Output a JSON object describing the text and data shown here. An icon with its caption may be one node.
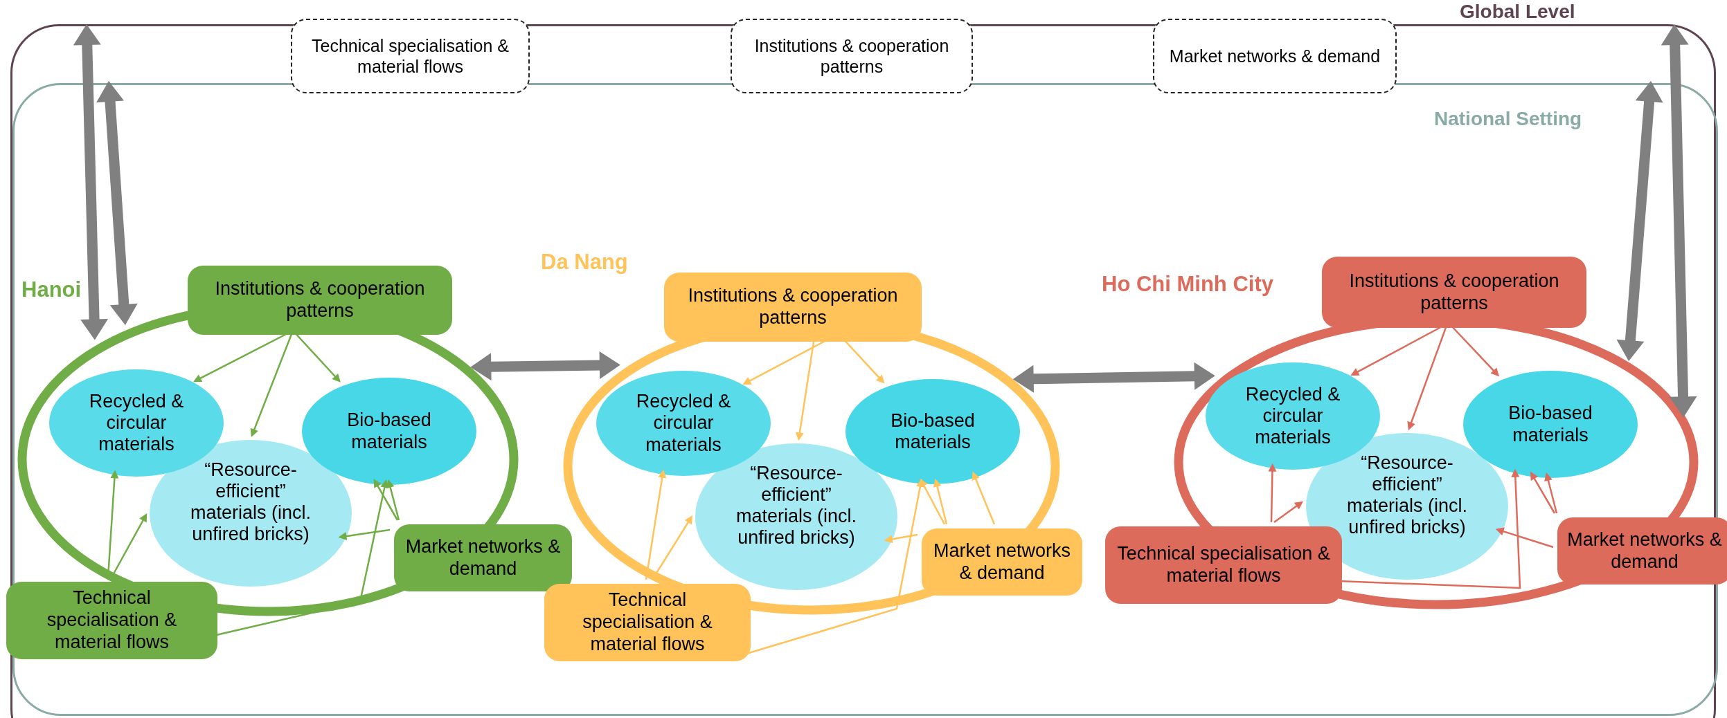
{
  "diagram": {
    "nodes": [
      {
        "text": [
          "Global Level"
        ]
      },
      {
        "text": [
          "National Setting"
        ],
        "in": 0
      },
      {
        "text": [
          "Technical specialisation & material flows"
        ]
      },
      {
        "text": [
          "Institutions & cooperation patterns"
        ]
      },
      {
        "text": [
          "Market networks & demand"
        ]
      },
      {
        "text": [
          "Hanoi"
        ],
        "in": 1
      },
      {
        "text": [
          "Institutions & cooperation patterns"
        ],
        "in": 1
      },
      {
        "text": [
          "Recycled & circular materials"
        ],
        "in": 5
      },
      {
        "text": [
          "Bio-based materials"
        ],
        "in": 5
      },
      {
        "text": [
          "“Resource-efficient” materials (incl. unfired bricks)"
        ],
        "in": 5
      },
      {
        "text": [
          "Market networks & demand"
        ],
        "in": 1
      },
      {
        "text": [
          "Technical specialisation & material flows"
        ],
        "in": 1
      },
      {
        "text": [
          "Da Nang"
        ],
        "in": 1
      },
      {
        "text": [
          "Institutions & cooperation patterns"
        ],
        "in": 1
      },
      {
        "text": [
          "Recycled & circular materials"
        ],
        "in": 12
      },
      {
        "text": [
          "Bio-based materials"
        ],
        "in": 12
      },
      {
        "text": [
          "“Resource-efficient” materials (incl. unfired bricks)"
        ],
        "in": 12
      },
      {
        "text": [
          "Market networks & demand"
        ],
        "in": 1
      },
      {
        "text": [
          "Technical specialisation & material flows"
        ],
        "in": 1
      },
      {
        "text": [
          "Ho Chi Minh City"
        ],
        "in": 1
      },
      {
        "text": [
          "Institutions & cooperation patterns"
        ],
        "in": 1
      },
      {
        "text": [
          "Recycled & circular materials"
        ],
        "in": 19
      },
      {
        "text": [
          "Bio-based materials"
        ],
        "in": 19
      },
      {
        "text": [
          "“Resource-efficient” materials (incl. unfired bricks)"
        ],
        "in": 19
      },
      {
        "text": [
          "Market networks & demand"
        ],
        "in": 1
      },
      {
        "text": [
          "Technical specialisation & material flows"
        ],
        "in": 1
      }
    ],
    "edges": [
      {
        "from": 0,
        "to": 5,
        "arrow": "both",
        "style": "thick",
        "color": "#808080"
      },
      {
        "from": 1,
        "to": 5,
        "arrow": "both",
        "style": "thick",
        "color": "#808080"
      },
      {
        "from": 5,
        "to": 12,
        "arrow": "both",
        "style": "thick",
        "color": "#808080"
      },
      {
        "from": 12,
        "to": 19,
        "arrow": "both",
        "style": "thick",
        "color": "#808080"
      },
      {
        "from": 0,
        "to": 19,
        "arrow": "both",
        "style": "thick",
        "color": "#808080"
      },
      {
        "from": 1,
        "to": 19,
        "arrow": "both",
        "style": "thick",
        "color": "#808080"
      },
      {
        "from": 6,
        "to": 7,
        "arrow": "to",
        "color": "#70ad47"
      },
      {
        "from": 6,
        "to": 9,
        "arrow": "to",
        "color": "#70ad47"
      },
      {
        "from": 6,
        "to": 8,
        "arrow": "to",
        "color": "#70ad47"
      },
      {
        "from": 11,
        "to": 7,
        "arrow": "to",
        "color": "#70ad47"
      },
      {
        "from": 11,
        "to": 9,
        "arrow": "to",
        "color": "#70ad47"
      },
      {
        "from": 11,
        "to": 8,
        "arrow": "to",
        "color": "#70ad47"
      },
      {
        "from": 10,
        "to": 9,
        "arrow": "to",
        "color": "#70ad47"
      },
      {
        "from": 10,
        "to": 8,
        "arrow": "to",
        "color": "#70ad47"
      },
      {
        "from": 10,
        "to": 8,
        "arrow": "to",
        "color": "#70ad47"
      },
      {
        "from": 13,
        "to": 14,
        "arrow": "to",
        "color": "#ffc35a"
      },
      {
        "from": 13,
        "to": 16,
        "arrow": "to",
        "color": "#ffc35a"
      },
      {
        "from": 13,
        "to": 15,
        "arrow": "to",
        "color": "#ffc35a"
      },
      {
        "from": 18,
        "to": 14,
        "arrow": "to",
        "color": "#ffc35a"
      },
      {
        "from": 18,
        "to": 16,
        "arrow": "to",
        "color": "#ffc35a"
      },
      {
        "from": 18,
        "to": 15,
        "arrow": "to",
        "color": "#ffc35a"
      },
      {
        "from": 17,
        "to": 16,
        "arrow": "to",
        "color": "#ffc35a"
      },
      {
        "from": 17,
        "to": 15,
        "arrow": "to",
        "color": "#ffc35a"
      },
      {
        "from": 17,
        "to": 15,
        "arrow": "to",
        "color": "#ffc35a"
      },
      {
        "from": 17,
        "to": 15,
        "arrow": "to",
        "color": "#ffc35a"
      },
      {
        "from": 20,
        "to": 21,
        "arrow": "to",
        "color": "#dd6b5c"
      },
      {
        "from": 20,
        "to": 23,
        "arrow": "to",
        "color": "#dd6b5c"
      },
      {
        "from": 20,
        "to": 22,
        "arrow": "to",
        "color": "#dd6b5c"
      },
      {
        "from": 25,
        "to": 21,
        "arrow": "to",
        "color": "#dd6b5c"
      },
      {
        "from": 25,
        "to": 23,
        "arrow": "to",
        "color": "#dd6b5c"
      },
      {
        "from": 25,
        "to": 22,
        "arrow": "to",
        "color": "#dd6b5c"
      },
      {
        "from": 24,
        "to": 23,
        "arrow": "to",
        "color": "#dd6b5c"
      },
      {
        "from": 24,
        "to": 22,
        "arrow": "to",
        "color": "#dd6b5c"
      },
      {
        "from": 24,
        "to": 22,
        "arrow": "to",
        "color": "#dd6b5c"
      }
    ]
  }
}
